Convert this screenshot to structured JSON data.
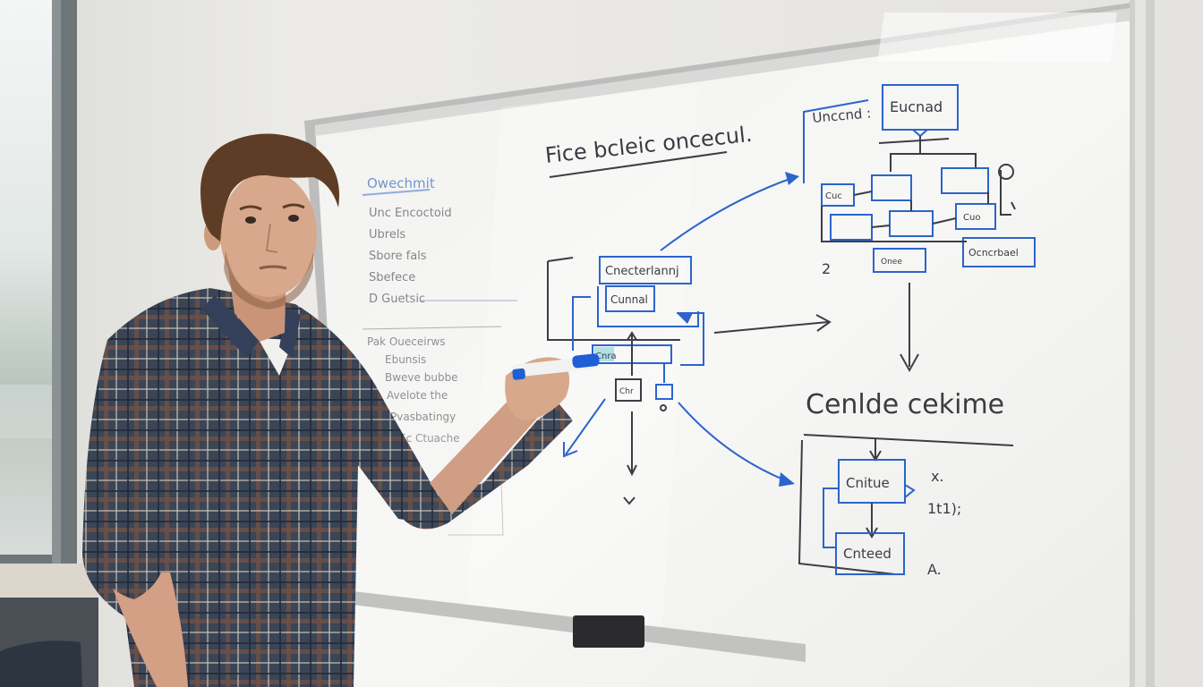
{
  "scene": {
    "description_label": "Man presenting diagrams on a whiteboard",
    "colors": {
      "wall": "#e9e8e4",
      "whiteboard": "#f4f4f2",
      "frame": "#c9c9c9",
      "blue_ink": "#2c64cc",
      "dark_ink": "#3c3e45",
      "shirt": "#3b4654",
      "shirt_plaid": "#8a5e4e",
      "skin": "#d8a88c",
      "hair": "#5a3a24"
    }
  },
  "whiteboard": {
    "title": "Fice bcleic oncecul.",
    "left_list": {
      "heading": "Owechmit",
      "items": [
        "Unc Encoctoid",
        "Ubrels",
        "Sbore fals",
        "Sbefece",
        "D Guetsic"
      ]
    },
    "left_list_2": {
      "items": [
        "Pak Oueceirws",
        "Ebunsis",
        "Bweve bubbe",
        "Avelote the",
        "Pvasbatingy",
        "Ec Ctuache"
      ]
    },
    "top_diagram": {
      "label_left": "Unccnd :",
      "label_box": "Eucnad",
      "boxes": [
        "Cuc",
        "",
        "",
        "Cuo",
        "Onee",
        "",
        "",
        "Ocncrbael"
      ],
      "number": "2"
    },
    "middle_diagram": {
      "box_top": "Cnecterlannj",
      "box_mid": "Cunnal",
      "box_small": "Cnra",
      "box_bottom": "Chr"
    },
    "bottom_title": "Cenlde cekime",
    "bottom_diagram": {
      "box_top": "Cnitue",
      "box_bottom": "Cnteed",
      "side_notes": [
        "x.",
        "1t1);",
        "A."
      ]
    }
  }
}
